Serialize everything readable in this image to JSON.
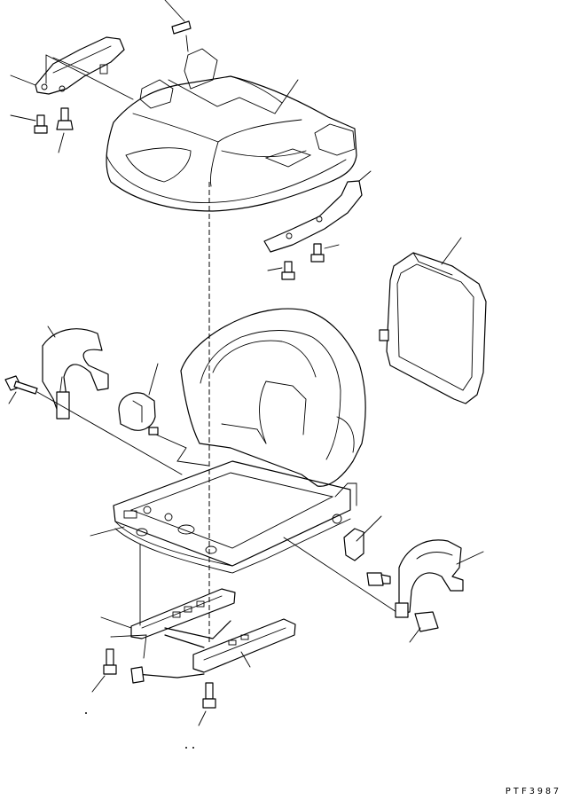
{
  "drawing": {
    "code": "PTF3987",
    "parts": [
      "cushion-cover",
      "seat-cushion",
      "cushion-bracket-left",
      "cushion-bracket-right",
      "backrest-cover",
      "armrest-left",
      "armrest-right",
      "lever-knob",
      "seat-back",
      "recliner-bracket",
      "seat-frame",
      "slide-rail-left",
      "slide-rail-right",
      "slide-lever",
      "bolts"
    ]
  }
}
